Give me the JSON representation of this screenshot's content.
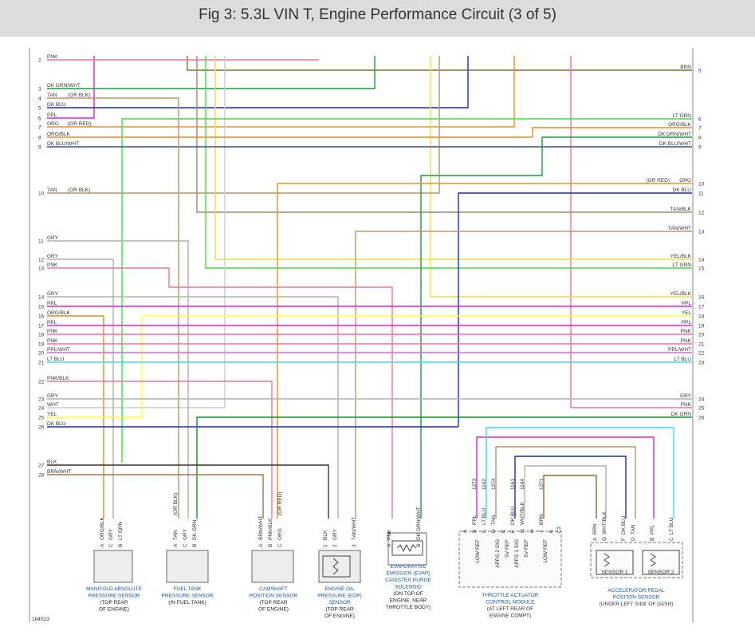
{
  "header": {
    "title": "Fig 3: 5.3L VIN T, Engine Performance Circuit (3 of 5)"
  },
  "colors": {
    "PNK": "#f06fa0",
    "BRN": "#8b6a30",
    "DK GRN/WHT": "#1a9c3a",
    "TAN": "#b8956a",
    "DK BLU": "#1a2fa0",
    "PPL": "#e020e0",
    "LT GRN": "#3de03d",
    "ORG": "#f0901e",
    "ORG/BLK": "#e08a2a",
    "DK BLU/WHT": "#3a4a9a",
    "TAN/BLK": "#a08a6a",
    "TAN/WHT": "#b89a6a",
    "YEL/BLK": "#e8e040",
    "GRY": "#b0b0b0",
    "YEL": "#ffff33",
    "PPL/WHT": "#e060e0",
    "LT BLU": "#30e0f0",
    "PNK/BLK": "#e07a90",
    "WHT": "#cccccc",
    "DK GRN": "#1a8a2a",
    "BLK": "#333333",
    "BRN/WHT": "#9a7a4a",
    "BOX": "#777777"
  },
  "left_wires": [
    {
      "pin": "2",
      "label": "PNK",
      "note": "",
      "color": "PNK"
    },
    {
      "pin": "3",
      "label": "DK GRN/WHT",
      "note": "",
      "color": "DK GRN/WHT"
    },
    {
      "pin": "4",
      "label": "TAN",
      "note": "(OR BLK)",
      "color": "TAN"
    },
    {
      "pin": "5",
      "label": "DK BLU",
      "note": "",
      "color": "DK BLU"
    },
    {
      "pin": "6",
      "label": "PPL",
      "note": "",
      "color": "PPL"
    },
    {
      "pin": "7",
      "label": "ORG",
      "note": "(OR RED)",
      "color": "ORG"
    },
    {
      "pin": "8",
      "label": "ORG/BLK",
      "note": "",
      "color": "ORG/BLK"
    },
    {
      "pin": "9",
      "label": "DK BLU/WHT",
      "note": "",
      "color": "DK BLU/WHT"
    },
    {
      "pin": "10",
      "label": "TAN",
      "note": "(OR BLK)",
      "color": "TAN"
    },
    {
      "pin": "11",
      "label": "GRY",
      "note": "",
      "color": "GRY"
    },
    {
      "pin": "12",
      "label": "GRY",
      "note": "",
      "color": "GRY"
    },
    {
      "pin": "13",
      "label": "PNK",
      "note": "",
      "color": "PNK"
    },
    {
      "pin": "14",
      "label": "GRY",
      "note": "",
      "color": "GRY"
    },
    {
      "pin": "15",
      "label": "PPL",
      "note": "",
      "color": "PPL"
    },
    {
      "pin": "16",
      "label": "ORG/BLK",
      "note": "",
      "color": "ORG/BLK"
    },
    {
      "pin": "17",
      "label": "PPL",
      "note": "",
      "color": "PPL"
    },
    {
      "pin": "18",
      "label": "PNK",
      "note": "",
      "color": "PNK"
    },
    {
      "pin": "19",
      "label": "PNK",
      "note": "",
      "color": "PNK"
    },
    {
      "pin": "20",
      "label": "PPL/WHT",
      "note": "",
      "color": "PPL/WHT"
    },
    {
      "pin": "21",
      "label": "LT BLU",
      "note": "",
      "color": "LT BLU"
    },
    {
      "pin": "22",
      "label": "PNK/BLK",
      "note": "",
      "color": "PNK/BLK"
    },
    {
      "pin": "23",
      "label": "GRY",
      "note": "",
      "color": "GRY"
    },
    {
      "pin": "24",
      "label": "WHT",
      "note": "",
      "color": "WHT"
    },
    {
      "pin": "25",
      "label": "YEL",
      "note": "",
      "color": "YEL"
    },
    {
      "pin": "26",
      "label": "DK BLU",
      "note": "",
      "color": "DK BLU"
    },
    {
      "pin": "27",
      "label": "BLK",
      "note": "",
      "color": "BLK"
    },
    {
      "pin": "28",
      "label": "BRN/WHT",
      "note": "",
      "color": "BRN/WHT"
    }
  ],
  "right_wires": [
    {
      "pin": "5",
      "label": "BRN",
      "note": "",
      "color": "BRN"
    },
    {
      "pin": "6",
      "label": "LT GRN",
      "note": "",
      "color": "LT GRN"
    },
    {
      "pin": "7",
      "label": "ORG/BLK",
      "note": "",
      "color": "ORG/BLK"
    },
    {
      "pin": "8",
      "label": "DK GRN/WHT",
      "note": "",
      "color": "DK GRN/WHT"
    },
    {
      "pin": "9",
      "label": "DK BLU/WHT",
      "note": "",
      "color": "DK BLU/WHT"
    },
    {
      "pin": "10",
      "label": "ORG",
      "note": "(OR RED)",
      "color": "ORG"
    },
    {
      "pin": "11",
      "label": "DK BLU",
      "note": "",
      "color": "DK BLU"
    },
    {
      "pin": "12",
      "label": "TAN/BLK",
      "note": "",
      "color": "TAN/BLK"
    },
    {
      "pin": "13",
      "label": "TAN/WHT",
      "note": "",
      "color": "TAN/WHT"
    },
    {
      "pin": "14",
      "label": "YEL/BLK",
      "note": "",
      "color": "YEL/BLK"
    },
    {
      "pin": "15",
      "label": "LT GRN",
      "note": "",
      "color": "LT GRN"
    },
    {
      "pin": "16",
      "label": "YEL/BLK",
      "note": "",
      "color": "YEL/BLK"
    },
    {
      "pin": "17",
      "label": "PPL",
      "note": "",
      "color": "PPL"
    },
    {
      "pin": "18",
      "label": "YEL",
      "note": "",
      "color": "YEL"
    },
    {
      "pin": "19",
      "label": "PPL",
      "note": "",
      "color": "PPL"
    },
    {
      "pin": "20",
      "label": "PNK",
      "note": "",
      "color": "PNK"
    },
    {
      "pin": "21",
      "label": "PNK",
      "note": "",
      "color": "PNK"
    },
    {
      "pin": "22",
      "label": "PPL/WHT",
      "note": "",
      "color": "PPL/WHT"
    },
    {
      "pin": "23",
      "label": "LT BLU",
      "note": "",
      "color": "LT BLU"
    },
    {
      "pin": "24",
      "label": "GRY",
      "note": "",
      "color": "GRY"
    },
    {
      "pin": "25",
      "label": "PNK",
      "note": "",
      "color": "PNK"
    },
    {
      "pin": "26",
      "label": "DK GRN",
      "note": "",
      "color": "DK GRN"
    }
  ],
  "components": [
    {
      "id": "map",
      "name": [
        "MANIFOLD ABSOLUTE",
        "PRESSURE SENSOR"
      ],
      "location": [
        "(TOP REAR",
        "OF ENGINE)"
      ],
      "pins": [
        {
          "pin": "A",
          "wire": "ORG/BLK"
        },
        {
          "pin": "C",
          "wire": "GRY"
        },
        {
          "pin": "B",
          "wire": "LT GRN"
        }
      ]
    },
    {
      "id": "ftp",
      "name": [
        "FUEL TANK",
        "PRESSURE SENSOR"
      ],
      "location": [
        "(IN FUEL TANK)"
      ],
      "pins": [
        {
          "pin": "A",
          "wire": "TAN",
          "note": "(OR BLK)"
        },
        {
          "pin": "C",
          "wire": "GRY"
        },
        {
          "pin": "B",
          "wire": "DK GRN"
        }
      ]
    },
    {
      "id": "cmp",
      "name": [
        "CAMSHAFT",
        "POSITION SENSOR"
      ],
      "location": [
        "(TOP REAR",
        "OF ENGINE)"
      ],
      "pins": [
        {
          "pin": "A",
          "wire": "BRN/WHT"
        },
        {
          "pin": "B",
          "wire": "PNK/BLK"
        },
        {
          "pin": "C",
          "wire": "ORG",
          "note": "(OR RED)"
        }
      ]
    },
    {
      "id": "eop",
      "name": [
        "ENGINE OIL",
        "PRESSURE (EOP)",
        "SENSOR"
      ],
      "location": [
        "(TOP REAR",
        "OF ENGINE)"
      ],
      "pins": [
        {
          "pin": "1",
          "wire": "BLK"
        },
        {
          "pin": "2",
          "wire": "GRY"
        },
        {
          "pin": "3",
          "wire": "TAN/WHT"
        }
      ]
    },
    {
      "id": "evap",
      "name": [
        "EVAPORATIVE",
        "EMISSION (EVAP)",
        "CANISTER PURGE",
        "SOLENOID"
      ],
      "location": [
        "(ON TOP OF",
        "ENGINE, NEAR",
        "THROTTLE BODY)"
      ],
      "pins": [
        {
          "pin": "A",
          "wire": "PNK"
        },
        {
          "pin": "B",
          "wire": "DK GRN/WHT"
        }
      ]
    },
    {
      "id": "tac",
      "name": [
        "THROTTLE ACTUATOR",
        "CONTROL MODULE"
      ],
      "location": [
        "(AT LEFT REAR OF",
        "ENGINE COMPT)"
      ],
      "connector": "C2",
      "pins": [
        {
          "pin": "A",
          "wire": "",
          "circuit": ""
        },
        {
          "pin": "B",
          "wire": "PPL",
          "circuit": "1272"
        },
        {
          "pin": "C",
          "wire": "LT BLU",
          "circuit": "1162"
        },
        {
          "pin": "D",
          "wire": "TAN",
          "circuit": "1274"
        },
        {
          "pin": "E",
          "wire": "",
          "circuit": ""
        },
        {
          "pin": "F",
          "wire": "DK BLU",
          "circuit": "1161"
        },
        {
          "pin": "G",
          "wire": "WHT/BLK",
          "circuit": "1164"
        },
        {
          "pin": "H",
          "wire": "",
          "circuit": ""
        },
        {
          "pin": "J",
          "wire": "BRN",
          "circuit": "1271"
        },
        {
          "pin": "K",
          "wire": "",
          "circuit": ""
        }
      ],
      "internal": [
        "LOW REF",
        "APPS 2 SIG",
        "5V REF",
        "APPS 1 SIG",
        "5V REF",
        "LOW REF"
      ]
    },
    {
      "id": "app",
      "name": [
        "ACCELERATOR PEDAL",
        "POSITON SENSOR"
      ],
      "location": [
        "(UNDER LEFT SIDE OF DASH)"
      ],
      "pins": [
        {
          "pin": "A",
          "wire": "BRN"
        },
        {
          "pin": "G",
          "wire": "WHT/BLK"
        },
        {
          "pin": "F",
          "wire": "DK BLU"
        },
        {
          "pin": "D",
          "wire": "TAN"
        },
        {
          "pin": "B",
          "wire": "PPL"
        },
        {
          "pin": "C",
          "wire": "LT BLU"
        }
      ],
      "sensors": [
        "SENSOR 1",
        "SENSOR 2"
      ]
    }
  ],
  "figure_id": "184523"
}
